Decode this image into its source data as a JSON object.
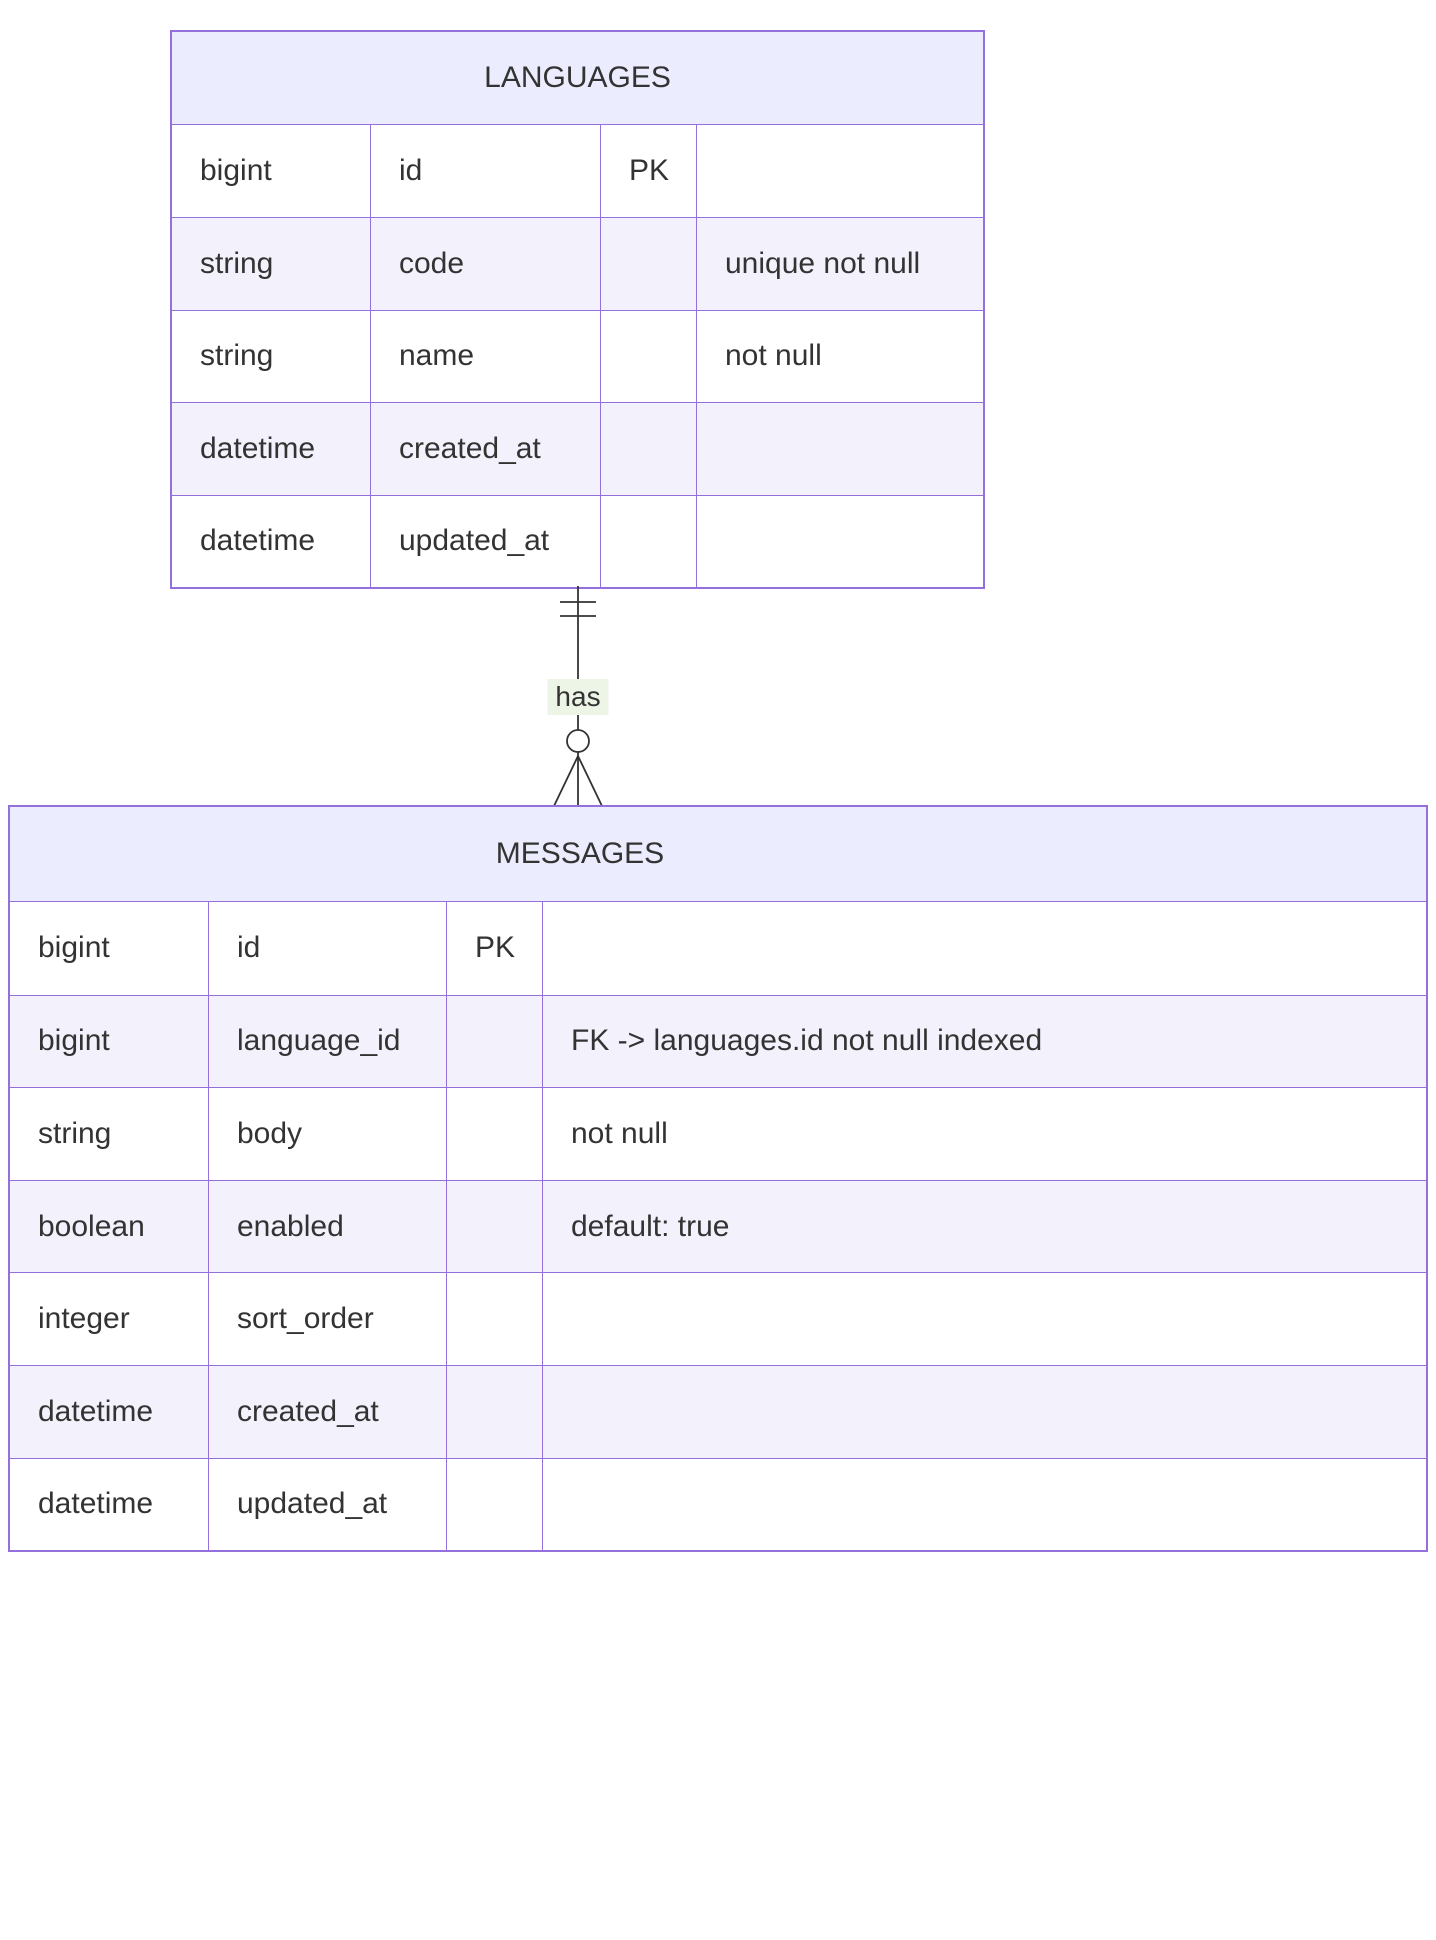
{
  "diagram": {
    "relationship": {
      "label": "has",
      "languages_end": "exactly-one",
      "messages_end": "zero-or-many"
    },
    "entities": [
      {
        "name": "LANGUAGES",
        "rows": [
          {
            "type": "bigint",
            "name": "id",
            "key": "PK",
            "comment": ""
          },
          {
            "type": "string",
            "name": "code",
            "key": "",
            "comment": "unique not null"
          },
          {
            "type": "string",
            "name": "name",
            "key": "",
            "comment": "not null"
          },
          {
            "type": "datetime",
            "name": "created_at",
            "key": "",
            "comment": ""
          },
          {
            "type": "datetime",
            "name": "updated_at",
            "key": "",
            "comment": ""
          }
        ]
      },
      {
        "name": "MESSAGES",
        "rows": [
          {
            "type": "bigint",
            "name": "id",
            "key": "PK",
            "comment": ""
          },
          {
            "type": "bigint",
            "name": "language_id",
            "key": "",
            "comment": "FK -> languages.id not null indexed"
          },
          {
            "type": "string",
            "name": "body",
            "key": "",
            "comment": "not null"
          },
          {
            "type": "boolean",
            "name": "enabled",
            "key": "",
            "comment": "default: true"
          },
          {
            "type": "integer",
            "name": "sort_order",
            "key": "",
            "comment": ""
          },
          {
            "type": "datetime",
            "name": "created_at",
            "key": "",
            "comment": ""
          },
          {
            "type": "datetime",
            "name": "updated_at",
            "key": "",
            "comment": ""
          }
        ]
      }
    ],
    "colors": {
      "border": "#9370DB",
      "header_fill": "#ECECFF",
      "row_alt_fill": "#F2F1FC",
      "line": "#333333",
      "label_bg": "#EDF5E7"
    }
  }
}
